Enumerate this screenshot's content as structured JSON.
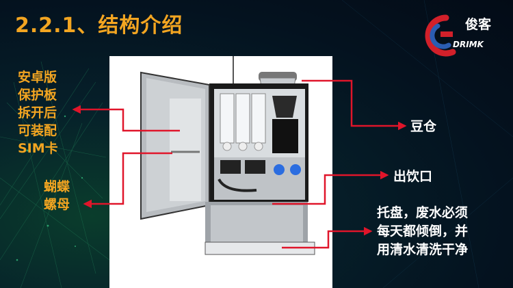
{
  "slide": {
    "title": "2.2.1、结构介绍",
    "logo": {
      "text": "俊客",
      "subtext": "DRIMK"
    },
    "labels": {
      "android_board": [
        "安卓版",
        "保护板",
        "拆开后",
        "可装配",
        "SIM卡"
      ],
      "butterfly_nut": [
        "蝴蝶",
        "螺母"
      ],
      "bean_hopper": "豆仓",
      "outlet": "出饮口",
      "tray": [
        "托盘，废水必须",
        "每天都倾倒，并",
        "用清水清洗干净"
      ]
    },
    "colors": {
      "accent": "#f3a521",
      "arrow": "#e0152a",
      "background": "#04121f",
      "logo_red": "#d2202a",
      "logo_blue": "#2b5db3"
    }
  }
}
